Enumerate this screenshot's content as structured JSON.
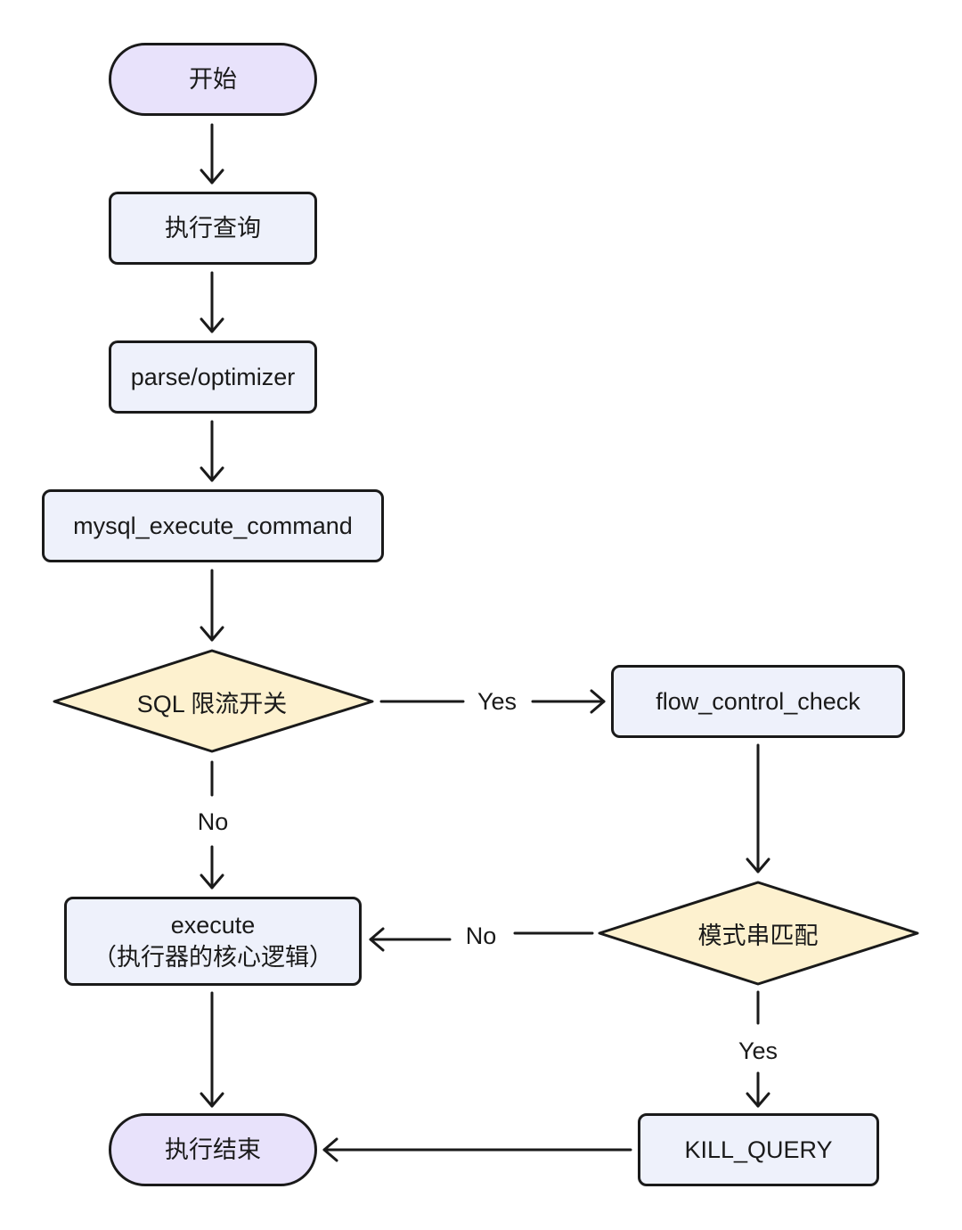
{
  "colors": {
    "terminal_fill": "#e8e2fb",
    "process_fill": "#eef1fb",
    "decision_fill": "#fdf1cf",
    "stroke": "#1a1a1a"
  },
  "nodes": {
    "start": "开始",
    "execute_query": "执行查询",
    "parse_optimizer": "parse/optimizer",
    "mysql_execute_command": "mysql_execute_command",
    "sql_throttle_switch": "SQL 限流开关",
    "flow_control_check": "flow_control_check",
    "pattern_match": "模式串匹配",
    "execute_line1": "execute",
    "execute_line2": "（执行器的核心逻辑）",
    "kill_query": "KILL_QUERY",
    "end": "执行结束"
  },
  "edges": {
    "switch_yes": "Yes",
    "switch_no": "No",
    "match_no": "No",
    "match_yes": "Yes"
  }
}
